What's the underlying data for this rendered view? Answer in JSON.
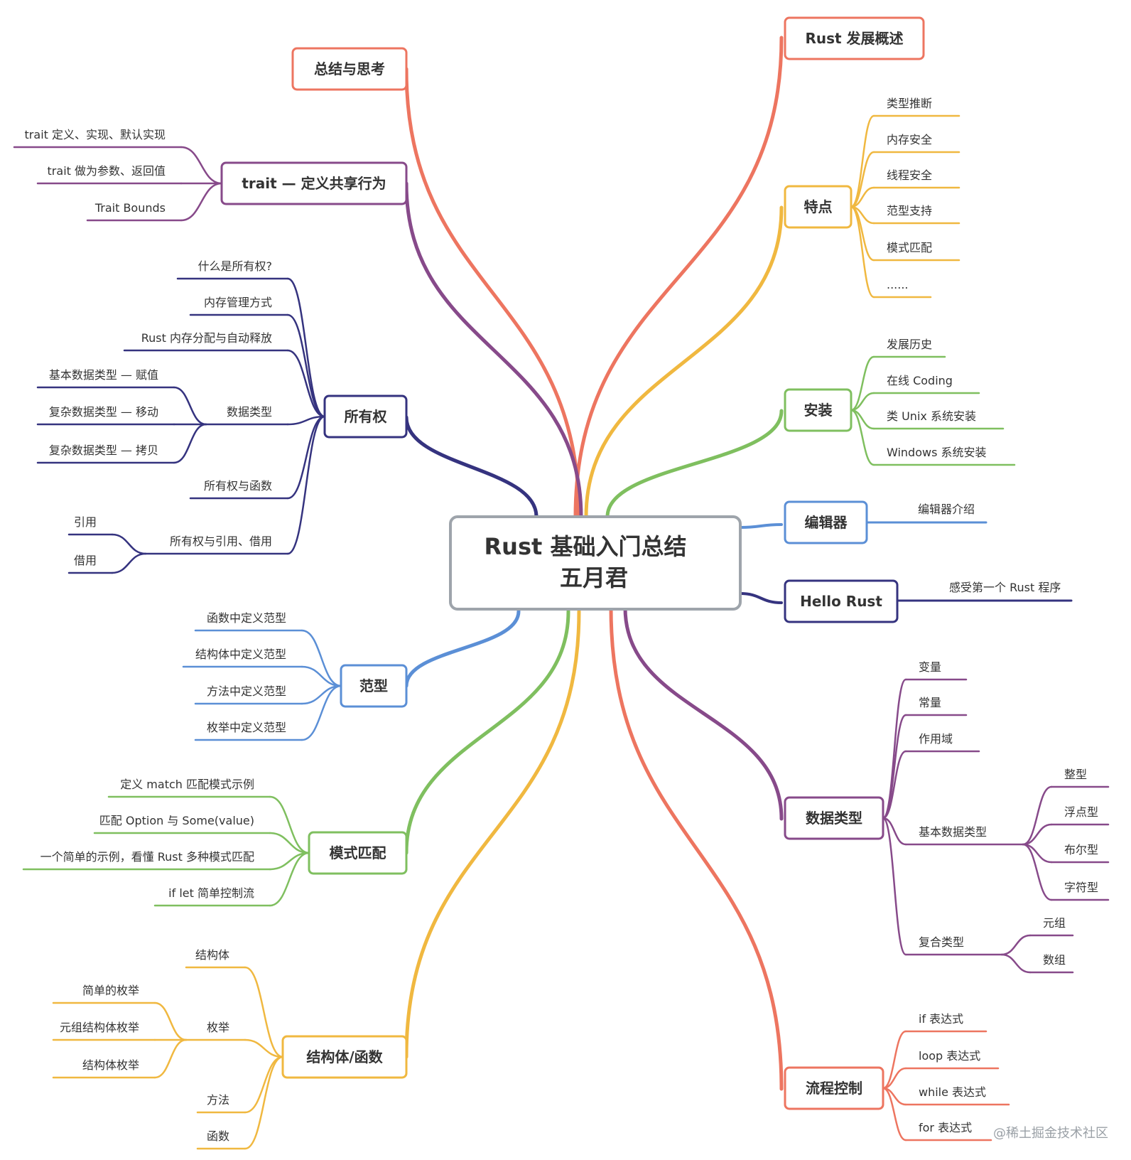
{
  "central": {
    "title": "Rust 基础入门总结",
    "author": "五月君"
  },
  "watermark": "@稀土掘金技术社区",
  "colors": {
    "orange": "#ed7560",
    "yellow": "#f0b840",
    "green": "#7fbf5f",
    "blue": "#5b8fd6",
    "navy": "#35337f",
    "purple": "#874a8a"
  },
  "branches": {
    "overview": {
      "label": "Rust  发展概述"
    },
    "features": {
      "label": "特点",
      "items": [
        "类型推断",
        "内存安全",
        "线程安全",
        "范型支持",
        "模式匹配",
        "......"
      ]
    },
    "install": {
      "label": "安装",
      "items": [
        "发展历史",
        "在线 Coding",
        "类 Unix 系统安装",
        "Windows 系统安装"
      ]
    },
    "editor": {
      "label": "编辑器",
      "items": [
        "编辑器介绍"
      ]
    },
    "hello": {
      "label": "Hello Rust",
      "items": [
        "感受第一个 Rust 程序"
      ]
    },
    "datatypes": {
      "label": "数据类型",
      "items": [
        "变量",
        "常量",
        "作用域"
      ],
      "basic": {
        "label": "基本数据类型",
        "items": [
          "整型",
          "浮点型",
          "布尔型",
          "字符型"
        ]
      },
      "compound": {
        "label": "复合类型",
        "items": [
          "元组",
          "数组"
        ]
      }
    },
    "flow": {
      "label": "流程控制",
      "items": [
        "if 表达式",
        "loop 表达式",
        "while 表达式",
        "for 表达式"
      ]
    },
    "summary": {
      "label": "总结与思考"
    },
    "trait": {
      "label": "trait — 定义共享行为",
      "items": [
        "trait 定义、实现、默认实现",
        "trait 做为参数、返回值",
        "Trait Bounds"
      ]
    },
    "ownership": {
      "label": "所有权",
      "items_top": [
        "什么是所有权?",
        "内存管理方式",
        "Rust 内存分配与自动释放"
      ],
      "datatype": {
        "label": "数据类型",
        "items": [
          "基本数据类型 — 赋值",
          "复杂数据类型 — 移动",
          "复杂数据类型 — 拷贝"
        ]
      },
      "functions": "所有权与函数",
      "refs": {
        "label": "所有权与引用、借用",
        "items": [
          "引用",
          "借用"
        ]
      }
    },
    "generics": {
      "label": "范型",
      "items": [
        "函数中定义范型",
        "结构体中定义范型",
        "方法中定义范型",
        "枚举中定义范型"
      ]
    },
    "pattern": {
      "label": "模式匹配",
      "items": [
        "定义 match 匹配模式示例",
        "匹配 Option 与 Some(value)",
        "一个简单的示例，看懂 Rust 多种模式匹配",
        "if let 简单控制流"
      ]
    },
    "struct": {
      "label": "结构体/函数",
      "struct_item": "结构体",
      "enum": {
        "label": "枚举",
        "items": [
          "简单的枚举",
          "元组结构体枚举",
          "结构体枚举"
        ]
      },
      "method": "方法",
      "function": "函数"
    }
  }
}
